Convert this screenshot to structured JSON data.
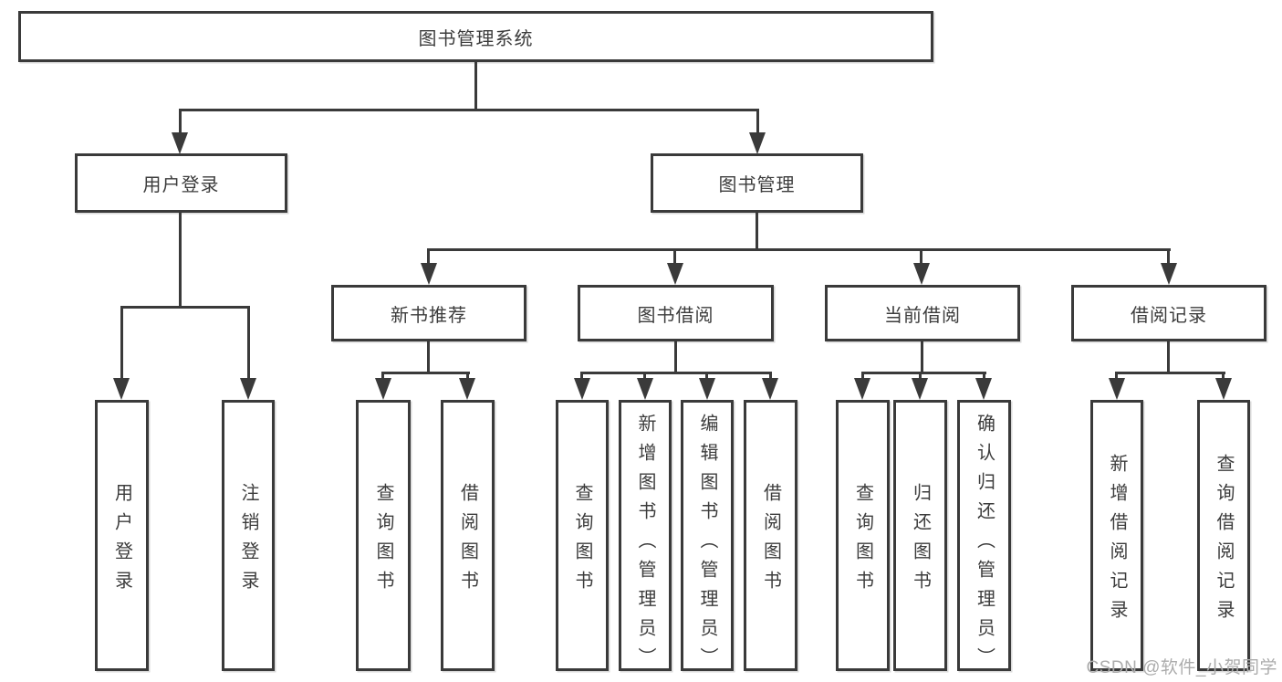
{
  "tree": {
    "root": "图书管理系统",
    "branches": [
      {
        "label": "用户登录",
        "children": [
          "用户登录",
          "注销登录"
        ]
      },
      {
        "label": "图书管理",
        "children": [
          {
            "label": "新书推荐",
            "children": [
              "查询图书",
              "借阅图书"
            ]
          },
          {
            "label": "图书借阅",
            "children": [
              "查询图书",
              "新增图书（管理员）",
              "编辑图书（管理员）",
              "借阅图书"
            ]
          },
          {
            "label": "当前借阅",
            "children": [
              "查询图书",
              "归还图书",
              "确认归还（管理员）"
            ]
          },
          {
            "label": "借阅记录",
            "children": [
              "新增借阅记录",
              "查询借阅记录"
            ]
          }
        ]
      }
    ]
  },
  "watermark": "CSDN @软件_小贺同学",
  "colors": {
    "line": "#3a3a3a",
    "text": "#3c3c3c",
    "background": "#ffffff",
    "watermark": "#acacac"
  }
}
